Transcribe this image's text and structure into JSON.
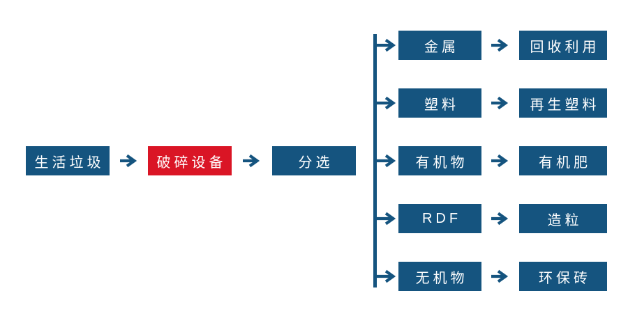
{
  "colors": {
    "background": "#FFFFFF",
    "node_blue": "#15547F",
    "node_red": "#DA1525",
    "arrow": "#15547F",
    "text": "#FFFFFF"
  },
  "main_flow": {
    "nodes": [
      {
        "label": "生活垃圾",
        "color": "blue"
      },
      {
        "label": "破碎设备",
        "color": "red"
      },
      {
        "label": "分选",
        "color": "blue"
      }
    ]
  },
  "branches": [
    {
      "material": "金属",
      "product": "回收利用"
    },
    {
      "material": "塑料",
      "product": "再生塑料"
    },
    {
      "material": "有机物",
      "product": "有机肥"
    },
    {
      "material": "RDF",
      "product": "造粒"
    },
    {
      "material": "无机物",
      "product": "环保砖"
    }
  ],
  "icons": {
    "arrow_right": "→"
  }
}
